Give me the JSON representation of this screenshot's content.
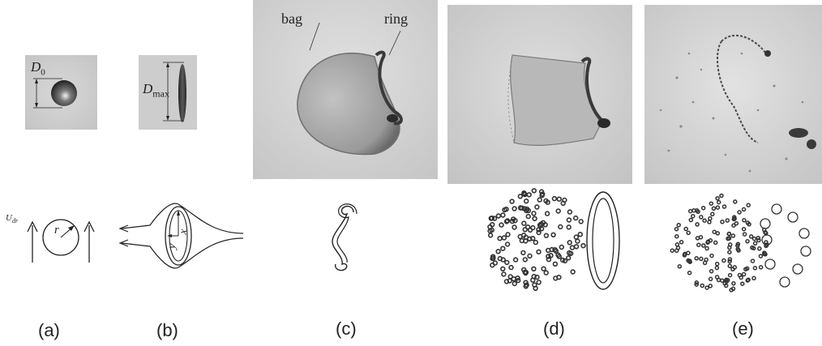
{
  "figure": {
    "panels": [
      {
        "id": "a",
        "label": "(a)",
        "photo_annotations": [
          "D",
          "0"
        ],
        "diagram_annotations": [
          "U",
          "dr",
          "r"
        ]
      },
      {
        "id": "b",
        "label": "(b)",
        "photo_annotations": [
          "D",
          "max"
        ],
        "diagram_annotations": [
          "x",
          "y"
        ]
      },
      {
        "id": "c",
        "label": "(c)",
        "photo_annotations": [
          "bag",
          "ring"
        ]
      },
      {
        "id": "d",
        "label": "(d)"
      },
      {
        "id": "e",
        "label": "(e)"
      }
    ],
    "colors": {
      "photo_background": "#cfcfcf",
      "ink": "#222222",
      "droplet_dark": "#3a3a3a"
    }
  }
}
